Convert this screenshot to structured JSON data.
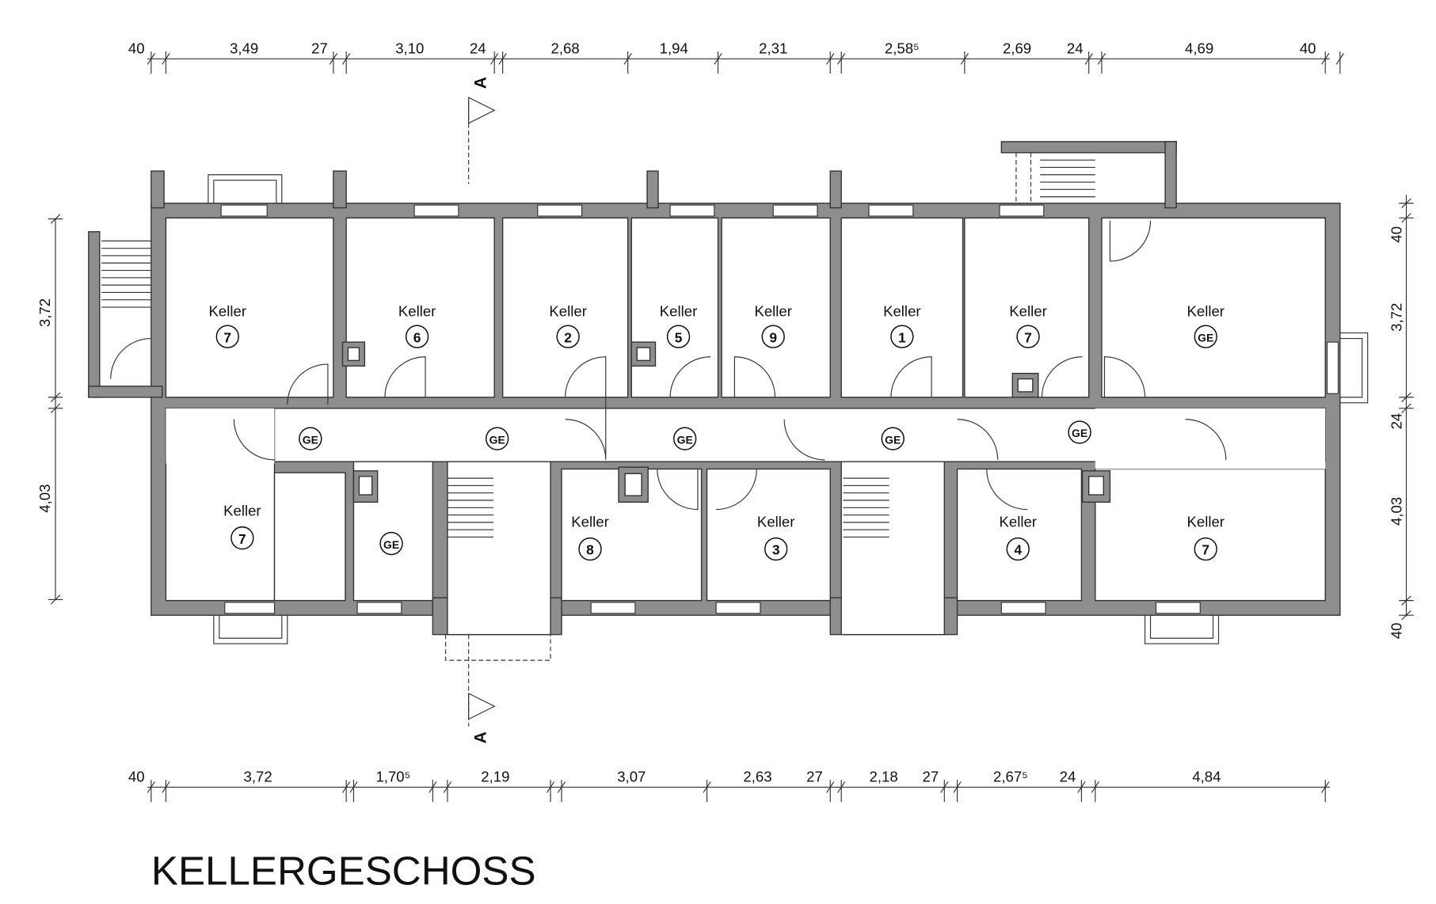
{
  "title": "KELLERGESCHOSS",
  "section_marker": "A",
  "dimensions": {
    "top": [
      "40",
      "3,49",
      "27",
      "3,10",
      "24",
      "2,68",
      "1,94",
      "2,31",
      "2,58⁵",
      "2,69",
      "24",
      "4,69",
      "40"
    ],
    "bottom": [
      "40",
      "3,72",
      "1,70⁵",
      "2,19",
      "3,07",
      "2,63",
      "27",
      "2,18",
      "27",
      "2,67⁵",
      "24",
      "4,84"
    ],
    "left": [
      "3,72",
      "4,03"
    ],
    "right": [
      "40",
      "3,72",
      "24",
      "4,03",
      "40"
    ]
  },
  "rooms": {
    "top": [
      {
        "label": "Keller",
        "num": "7"
      },
      {
        "label": "Keller",
        "num": "6"
      },
      {
        "label": "Keller",
        "num": "2"
      },
      {
        "label": "Keller",
        "num": "5"
      },
      {
        "label": "Keller",
        "num": "9"
      },
      {
        "label": "Keller",
        "num": "1"
      },
      {
        "label": "Keller",
        "num": "7"
      },
      {
        "label": "Keller",
        "num": "GE"
      }
    ],
    "corridor": [
      "GE",
      "GE",
      "GE",
      "GE",
      "GE"
    ],
    "bottom": [
      {
        "label": "Keller",
        "num": "7"
      },
      {
        "label": "",
        "num": "GE"
      },
      {
        "label": "Keller",
        "num": "8"
      },
      {
        "label": "Keller",
        "num": "3"
      },
      {
        "label": "Keller",
        "num": "4"
      },
      {
        "label": "Keller",
        "num": "7"
      }
    ]
  }
}
